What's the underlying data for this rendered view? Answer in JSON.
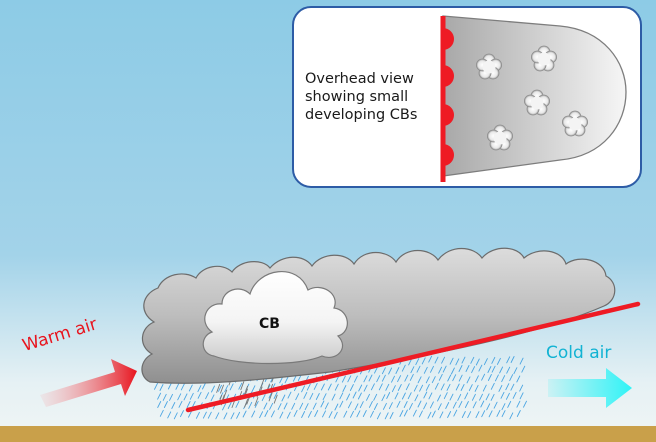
{
  "inset": {
    "caption": "Overhead view showing small developing CBs"
  },
  "cloud": {
    "label": "CB"
  },
  "air_masses": {
    "warm": "Warm air",
    "cold": "Cold air"
  },
  "colors": {
    "sky_top": "#8fcbe6",
    "sky_bottom": "#e9f2f4",
    "ground": "#c9a04a",
    "front_line": "#ee1b24",
    "warm_arrow": "#e8141e",
    "cold_arrow": "#2ff3f6",
    "rain": "#3a9de0",
    "inset_border": "#2d5ca6"
  },
  "icons": [
    "warm-air-arrow-icon",
    "cold-air-arrow-icon",
    "front-semicircle-icon",
    "small-cloud-icon",
    "rain-streak-icon"
  ]
}
